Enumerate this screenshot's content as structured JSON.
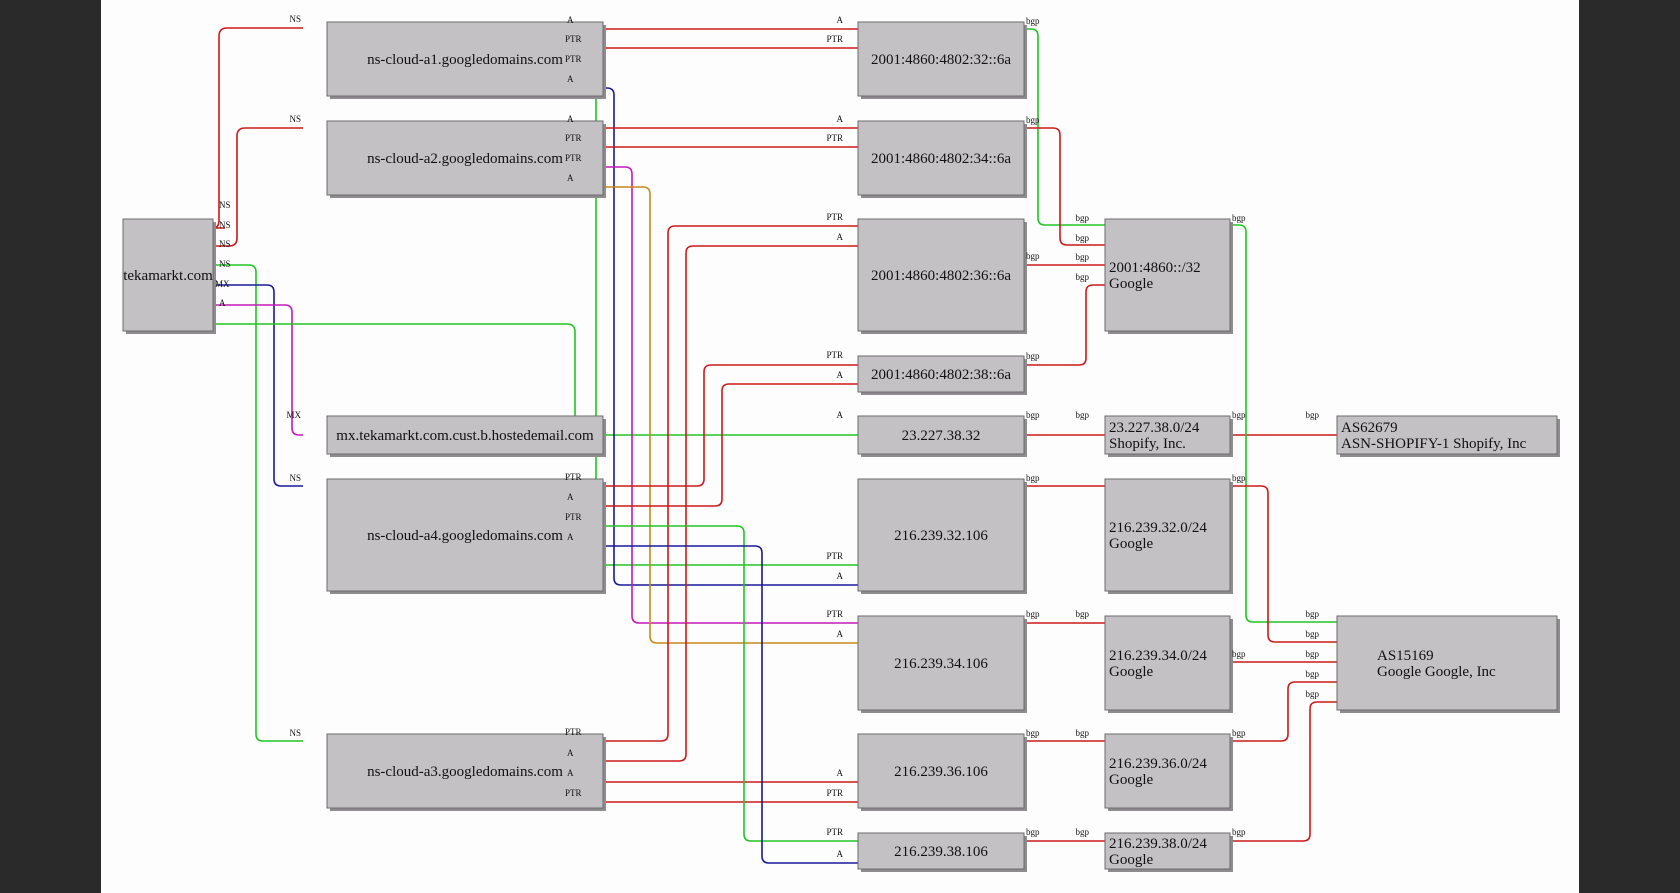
{
  "colors": {
    "background": "#fdfdfd",
    "frame": "#2a2a2a",
    "node_fill": "#c3c1c4",
    "red": "#cc1a1a",
    "green": "#22c422",
    "blue": "#1a1a9a",
    "magenta": "#c41ab8",
    "orange": "#c88a1a"
  },
  "nodes": {
    "tekamarkt": {
      "label": "tekamarkt.com"
    },
    "ns_a1": {
      "label": "ns-cloud-a1.googledomains.com"
    },
    "ns_a2": {
      "label": "ns-cloud-a2.googledomains.com"
    },
    "mx": {
      "label": "mx.tekamarkt.com.cust.b.hostedemail.com"
    },
    "ns_a4": {
      "label": "ns-cloud-a4.googledomains.com"
    },
    "ns_a3": {
      "label": "ns-cloud-a3.googledomains.com"
    },
    "ip6_32": {
      "label": "2001:4860:4802:32::6a"
    },
    "ip6_34": {
      "label": "2001:4860:4802:34::6a"
    },
    "ip6_36": {
      "label": "2001:4860:4802:36::6a"
    },
    "ip6_38": {
      "label": "2001:4860:4802:38::6a"
    },
    "ip4_shopify": {
      "label": "23.227.38.32"
    },
    "ip4_32": {
      "label": "216.239.32.106"
    },
    "ip4_34": {
      "label": "216.239.34.106"
    },
    "ip4_36": {
      "label": "216.239.36.106"
    },
    "ip4_38": {
      "label": "216.239.38.106"
    },
    "net6": {
      "label1": "2001:4860::/32",
      "label2": "Google"
    },
    "net_shopify": {
      "label1": "23.227.38.0/24",
      "label2": "Shopify, Inc."
    },
    "net32": {
      "label1": "216.239.32.0/24",
      "label2": "Google"
    },
    "net34": {
      "label1": "216.239.34.0/24",
      "label2": "Google"
    },
    "net36": {
      "label1": "216.239.36.0/24",
      "label2": "Google"
    },
    "net38": {
      "label1": "216.239.38.0/24",
      "label2": "Google"
    },
    "as_shopify": {
      "label1": "AS62679",
      "label2": "ASN-SHOPIFY-1 Shopify, Inc"
    },
    "as_google": {
      "label1": "AS15169",
      "label2": "Google Google, Inc"
    }
  },
  "edge_labels": {
    "ns": "NS",
    "mx": "MX",
    "a": "A",
    "ptr": "PTR",
    "bgp": "bgp"
  }
}
